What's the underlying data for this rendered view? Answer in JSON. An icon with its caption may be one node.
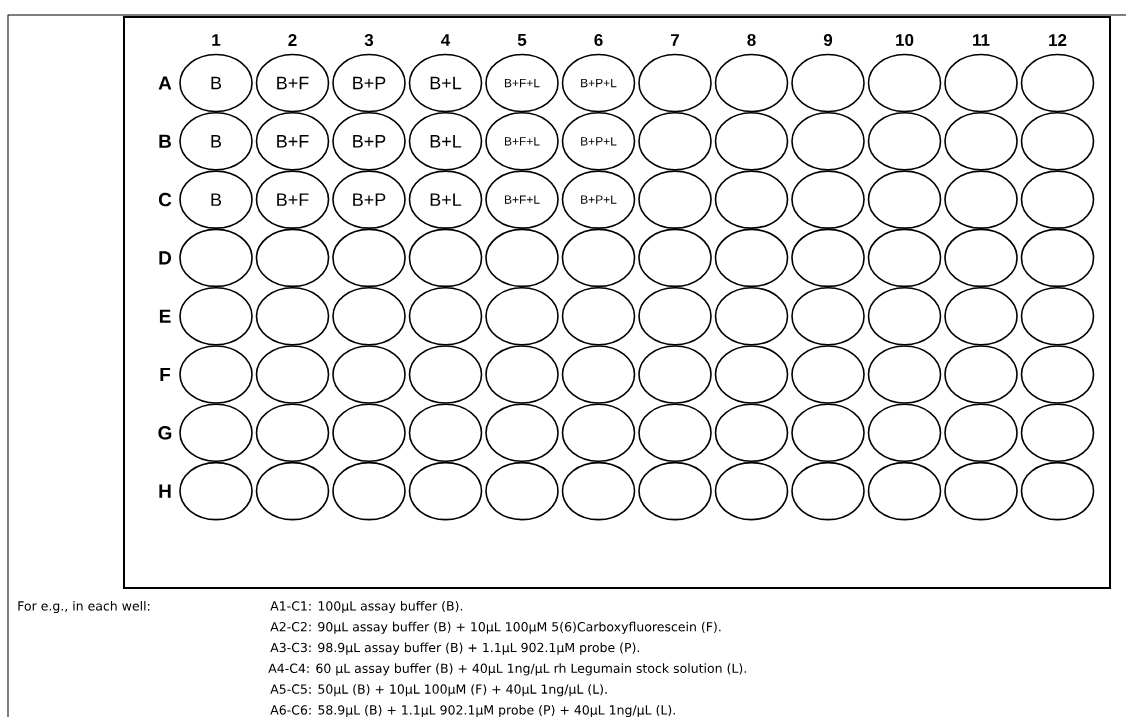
{
  "diagram": {
    "nodes": [
      {
        "text": [
          "B"
        ]
      },
      {
        "text": [
          "B+F"
        ]
      },
      {
        "text": [
          "B+P"
        ]
      },
      {
        "text": [
          "B+L"
        ]
      },
      {
        "text": [
          "B+F+L"
        ]
      },
      {
        "text": [
          "B+P+L"
        ]
      },
      {
        "text": [],
        "shape": "ellipse"
      },
      {
        "text": [],
        "shape": "ellipse"
      },
      {
        "text": [],
        "shape": "ellipse"
      },
      {
        "text": [],
        "shape": "ellipse"
      },
      {
        "text": [],
        "shape": "ellipse"
      },
      {
        "text": [],
        "shape": "ellipse"
      },
      {
        "text": [
          "B"
        ]
      },
      {
        "text": [
          "B+F"
        ]
      },
      {
        "text": [
          "B+P"
        ]
      },
      {
        "text": [
          "B+L"
        ]
      },
      {
        "text": [
          "B+F+L"
        ]
      },
      {
        "text": [
          "B+P+L"
        ]
      },
      {
        "text": [],
        "shape": "ellipse"
      },
      {
        "text": [],
        "shape": "ellipse"
      },
      {
        "text": [],
        "shape": "ellipse"
      },
      {
        "text": [],
        "shape": "ellipse"
      },
      {
        "text": [],
        "shape": "ellipse"
      },
      {
        "text": [],
        "shape": "ellipse"
      },
      {
        "text": [
          "B"
        ]
      },
      {
        "text": [
          "B+F"
        ]
      },
      {
        "text": [
          "B+P"
        ]
      },
      {
        "text": [
          "B+L"
        ]
      },
      {
        "text": [
          "B+F+L"
        ]
      },
      {
        "text": [
          "B+P+L"
        ]
      },
      {
        "text": [],
        "shape": "ellipse"
      },
      {
        "text": [],
        "shape": "ellipse"
      },
      {
        "text": [],
        "shape": "ellipse"
      },
      {
        "text": [],
        "shape": "ellipse"
      },
      {
        "text": [],
        "shape": "ellipse"
      },
      {
        "text": [],
        "shape": "ellipse"
      },
      {
        "text": [],
        "shape": "ellipse"
      },
      {
        "text": [],
        "shape": "ellipse"
      },
      {
        "text": [],
        "shape": "ellipse"
      },
      {
        "text": [],
        "shape": "ellipse"
      },
      {
        "text": [],
        "shape": "ellipse"
      },
      {
        "text": [],
        "shape": "ellipse"
      },
      {
        "text": [],
        "shape": "ellipse"
      },
      {
        "text": [],
        "shape": "ellipse"
      },
      {
        "text": [],
        "shape": "ellipse"
      },
      {
        "text": [],
        "shape": "ellipse"
      },
      {
        "text": [],
        "shape": "ellipse"
      },
      {
        "text": [],
        "shape": "ellipse"
      },
      {
        "text": [],
        "shape": "ellipse"
      },
      {
        "text": [],
        "shape": "ellipse"
      },
      {
        "text": [],
        "shape": "ellipse"
      },
      {
        "text": [],
        "shape": "ellipse"
      },
      {
        "text": [],
        "shape": "ellipse"
      },
      {
        "text": [],
        "shape": "ellipse"
      },
      {
        "text": [],
        "shape": "ellipse"
      },
      {
        "text": [],
        "shape": "ellipse"
      },
      {
        "text": [],
        "shape": "ellipse"
      },
      {
        "text": [],
        "shape": "ellipse"
      },
      {
        "text": [],
        "shape": "ellipse"
      },
      {
        "text": [],
        "shape": "ellipse"
      },
      {
        "text": [],
        "shape": "ellipse"
      },
      {
        "text": [],
        "shape": "ellipse"
      },
      {
        "text": [],
        "shape": "ellipse"
      },
      {
        "text": [],
        "shape": "ellipse"
      },
      {
        "text": [],
        "shape": "ellipse"
      },
      {
        "text": [],
        "shape": "ellipse"
      },
      {
        "text": [],
        "shape": "ellipse"
      },
      {
        "text": [],
        "shape": "ellipse"
      },
      {
        "text": [],
        "shape": "ellipse"
      },
      {
        "text": [],
        "shape": "ellipse"
      },
      {
        "text": [],
        "shape": "ellipse"
      },
      {
        "text": [],
        "shape": "ellipse"
      },
      {
        "text": [],
        "shape": "ellipse"
      },
      {
        "text": [],
        "shape": "ellipse"
      },
      {
        "text": [],
        "shape": "ellipse"
      },
      {
        "text": [],
        "shape": "ellipse"
      },
      {
        "text": [],
        "shape": "ellipse"
      },
      {
        "text": [],
        "shape": "ellipse"
      },
      {
        "text": [],
        "shape": "ellipse"
      },
      {
        "text": [],
        "shape": "ellipse"
      },
      {
        "text": [],
        "shape": "ellipse"
      },
      {
        "text": [],
        "shape": "ellipse"
      },
      {
        "text": [],
        "shape": "ellipse"
      },
      {
        "text": [],
        "shape": "ellipse"
      },
      {
        "text": [],
        "shape": "ellipse"
      },
      {
        "text": [],
        "shape": "ellipse"
      },
      {
        "text": [],
        "shape": "ellipse"
      },
      {
        "text": [],
        "shape": "ellipse"
      },
      {
        "text": [],
        "shape": "ellipse"
      },
      {
        "text": [],
        "shape": "ellipse"
      },
      {
        "text": [],
        "shape": "ellipse"
      },
      {
        "text": [],
        "shape": "ellipse"
      },
      {
        "text": [],
        "shape": "ellipse"
      },
      {
        "text": [],
        "shape": "ellipse"
      },
      {
        "text": [],
        "shape": "ellipse"
      },
      {
        "text": [],
        "shape": "ellipse"
      }
    ],
    "labels": [
      "1",
      "2",
      "3",
      "4",
      "5",
      "6",
      "7",
      "8",
      "9",
      "10",
      "11",
      "12",
      "A",
      "B",
      "C",
      "D",
      "E",
      "F",
      "G",
      "H",
      "For e.g., in each well:",
      "A1-C1: 100µL assay buffer (B).",
      "A2-C2: 90µL assay buffer (B) + 10µL 100µM 5(6)Carboxyfluorescein (F).",
      "A3-C3: 98.9µL assay buffer (B) + 1.1µL 902.1µM probe (P).",
      "A4-C4: 60 µL assay buffer (B) + 40µL 1ng/µL rh Legumain stock solution (L).",
      "A5-C5: 50µL (B) + 10µL 100µM (F) + 40µL 1ng/µL (L).",
      "A6-C6: 58.9µL (B) + 1.1µL 902.1µM probe (P) + 40µL 1ng/µL (L)."
    ]
  }
}
